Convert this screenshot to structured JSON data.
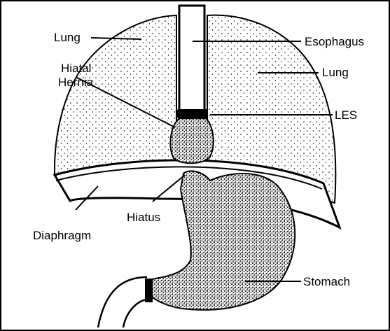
{
  "labels": {
    "lung_left": "Lung",
    "lung_right": "Lung",
    "esophagus": "Esophagus",
    "hiatal_hernia_line1": "Hiatal",
    "hiatal_hernia_line2": "Hernia",
    "les": "LES",
    "hiatus": "Hiatus",
    "diaphragm": "Diaphragm",
    "stomach": "Stomach"
  },
  "colors": {
    "ink": "#000000",
    "paper": "#ffffff"
  }
}
